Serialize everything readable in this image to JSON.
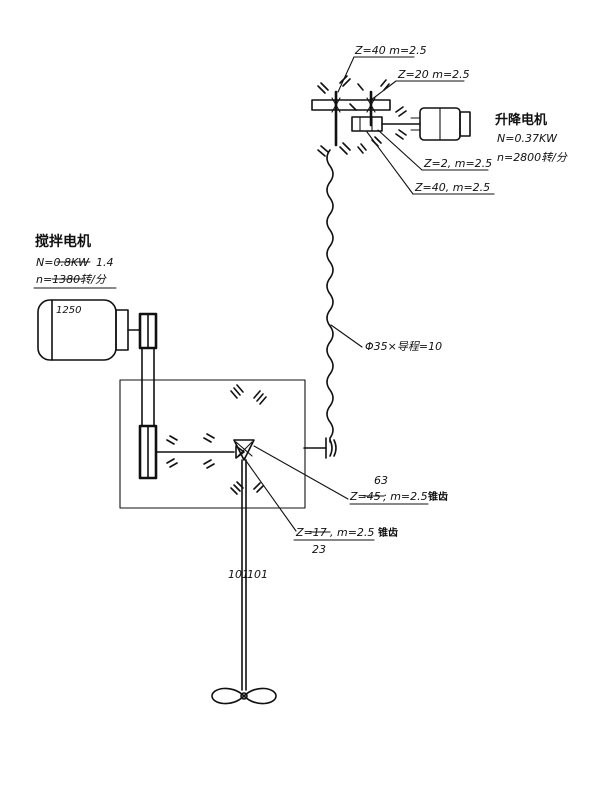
{
  "hoist_motor": {
    "title": "升降电机",
    "power": "N=0.37KW",
    "speed": "n=2800转/分"
  },
  "stir_motor": {
    "title": "搅拌电机",
    "power_old": "N=0.8KW",
    "power_new": "1.4",
    "speed_old": "n=1380转/分",
    "speed_extra": "1250"
  },
  "upper_gears": {
    "g1": "Z=40 m=2.5",
    "g2": "Z=20 m=2.5",
    "g3": "Z=2, m=2.5",
    "g4": "Z=40, m=2.5"
  },
  "chain": {
    "label": "Φ35×导程=10"
  },
  "lower_gears": {
    "big_new": "63",
    "big_old": "Z=45",
    "big_rest": "; m=2.5",
    "big_type": "锥齿",
    "small_old": "Z=17",
    "small_rest": ", m=2.5",
    "small_type": "锥齿",
    "small_new": "23"
  },
  "shaft_marks": {
    "left": "101",
    "right": "101"
  }
}
